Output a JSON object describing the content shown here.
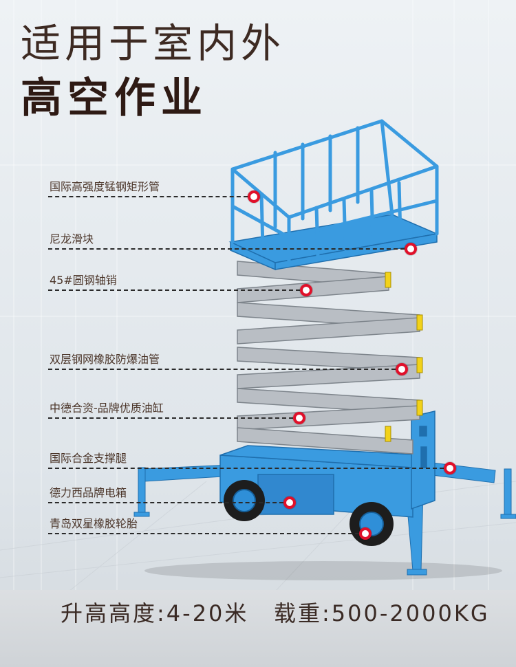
{
  "headline": {
    "line1": "适用于室内外",
    "line2": "高空作业"
  },
  "callouts": [
    {
      "label": "国际高强度锰钢矩形管"
    },
    {
      "label": "尼龙滑块"
    },
    {
      "label": "45#圆钢轴销"
    },
    {
      "label": "双层钢网橡胶防爆油管"
    },
    {
      "label": "中德合资-品牌优质油缸"
    },
    {
      "label": "国际合金支撑腿"
    },
    {
      "label": "德力西品牌电箱"
    },
    {
      "label": "青岛双星橡胶轮胎"
    }
  ],
  "specs": {
    "height": "升高高度:4-20米",
    "load": "载重:500-2000KG"
  },
  "colors": {
    "machine_blue": "#3a9be0",
    "scissor_gray": "#b9bec4",
    "dot_red": "#e0102a",
    "title_brown": "#3d2a22"
  }
}
